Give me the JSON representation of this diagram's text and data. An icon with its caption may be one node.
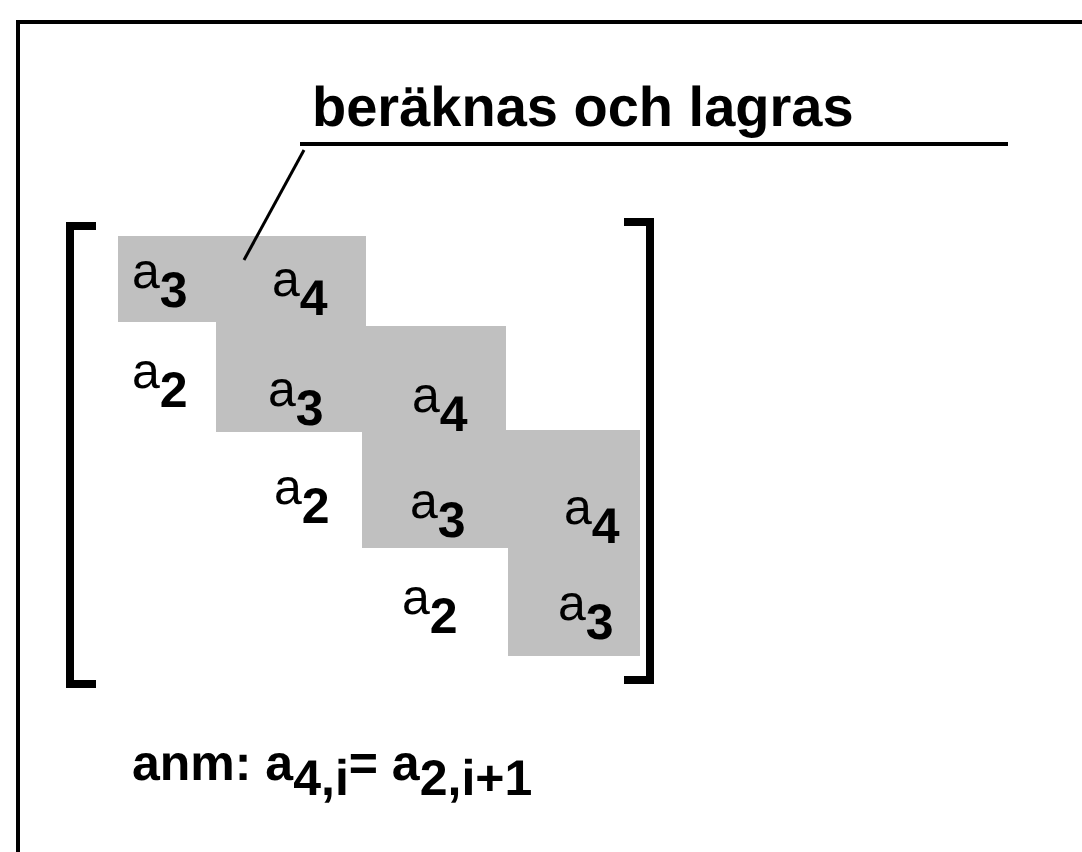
{
  "diagram": {
    "nodes": [
      {
        "text": [
          "beräknas och lagras"
        ]
      },
      {
        "text": [],
        "shape": "band"
      }
    ],
    "edges": [
      {
        "from": 0,
        "to": 1,
        "arrow": "none"
      }
    ],
    "labels": [
      "a$_{3}$",
      "a$_{4}$",
      "a$_{2}$",
      "a$_{3}$",
      "a$_{4}$",
      "a$_{2}$",
      "a$_{3}$",
      "a$_{4}$",
      "a$_{2}$",
      "a$_{3}$",
      "anm: a$_{4,i}$= a$_{2,i+1}$"
    ]
  }
}
